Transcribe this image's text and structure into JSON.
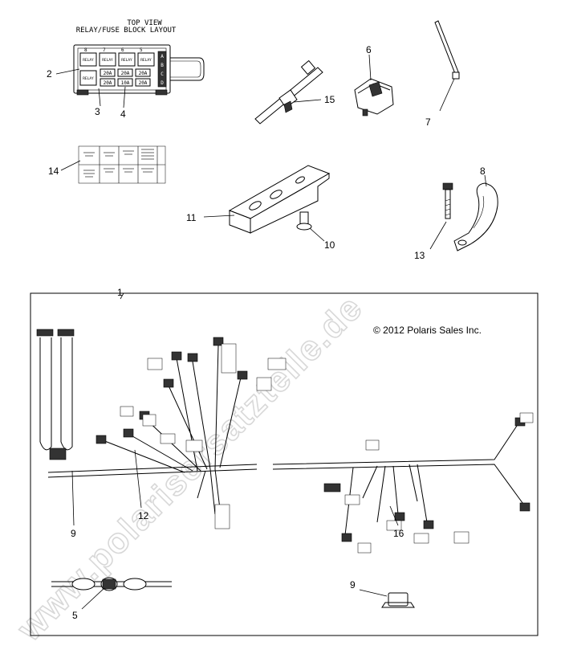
{
  "watermark": "www.polarisersatzteile.de",
  "copyright": "© 2012 Polaris Sales Inc.",
  "fuse_block": {
    "title_line1": "TOP VIEW",
    "title_line2": "RELAY/FUSE BLOCK LAYOUT",
    "row_letters": [
      "A",
      "B",
      "C",
      "D"
    ],
    "top_numbers": [
      "8",
      "7",
      "6",
      "5"
    ],
    "relays_top": [
      "RELAY",
      "RELAY",
      "RELAY",
      "RELAY"
    ],
    "relays_bottom": [
      "RELAY"
    ],
    "fuses_row1": [
      "20A",
      "20A",
      "20A"
    ],
    "fuses_row2": [
      "20A",
      "10A",
      "20A"
    ]
  },
  "callouts": {
    "c1": "1",
    "c2": "2",
    "c3": "3",
    "c4": "4",
    "c5": "5",
    "c6": "6",
    "c7": "7",
    "c8": "8",
    "c9a": "9",
    "c9b": "9",
    "c10": "10",
    "c11": "11",
    "c12": "12",
    "c13": "13",
    "c14": "14",
    "c15": "15",
    "c16": "16"
  }
}
